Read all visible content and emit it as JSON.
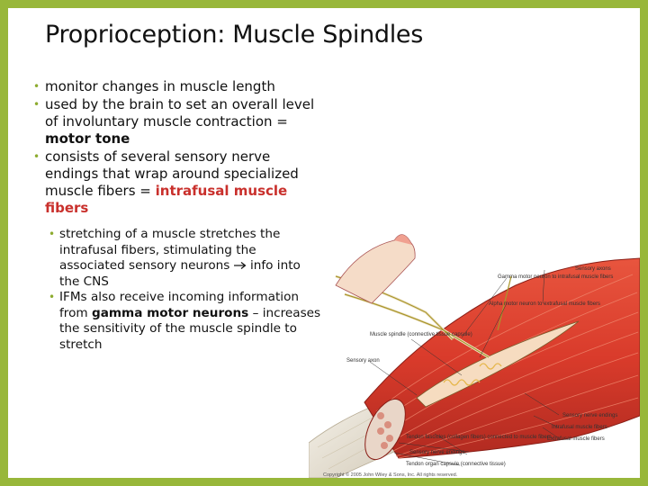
{
  "slide": {
    "title": "Proprioception: Muscle Spindles",
    "bullets": [
      {
        "text": "monitor changes in muscle length"
      },
      {
        "pre": "used by the brain to set an overall level of involuntary muscle contraction = ",
        "bold": "motor tone"
      },
      {
        "pre": "consists of several sensory nerve endings that wrap around specialized muscle fibers = ",
        "red": "intrafusal muscle fibers"
      }
    ],
    "subbullets": [
      {
        "pre": "stretching of a muscle stretches the intrafusal fibers, stimulating the associated sensory neurons ",
        "post": " info into the CNS"
      },
      {
        "pre": "IFMs also receive incoming information from ",
        "bold": "gamma motor neurons",
        "post": " –  increases the sensitivity of the muscle spindle to stretch"
      }
    ]
  },
  "figure": {
    "labels": {
      "gamma": "Gamma motor neuron to intrafusal muscle fibers",
      "alpha": "Alpha motor neuron to extrafusal muscle fibers",
      "spindle": "Muscle spindle (connective tissue capsule)",
      "sensory_axon_left": "Sensory axon",
      "sensory_axons": "Sensory axons",
      "sensory_endings": "Sensory nerve endings",
      "intrafusal": "Intrafusal muscle fibers",
      "extrafusal": "Extrafusal muscle fibers",
      "tendon": "Tendon fascicles (collagen fibers) connected to muscle fibers",
      "sensory_endings_2": "Sensory nerve endings",
      "tendon_organ": "Tendon organ capsule (connective tissue)",
      "copyright": "Copyright © 2005 John Wiley & Sons, Inc. All rights reserved."
    }
  }
}
